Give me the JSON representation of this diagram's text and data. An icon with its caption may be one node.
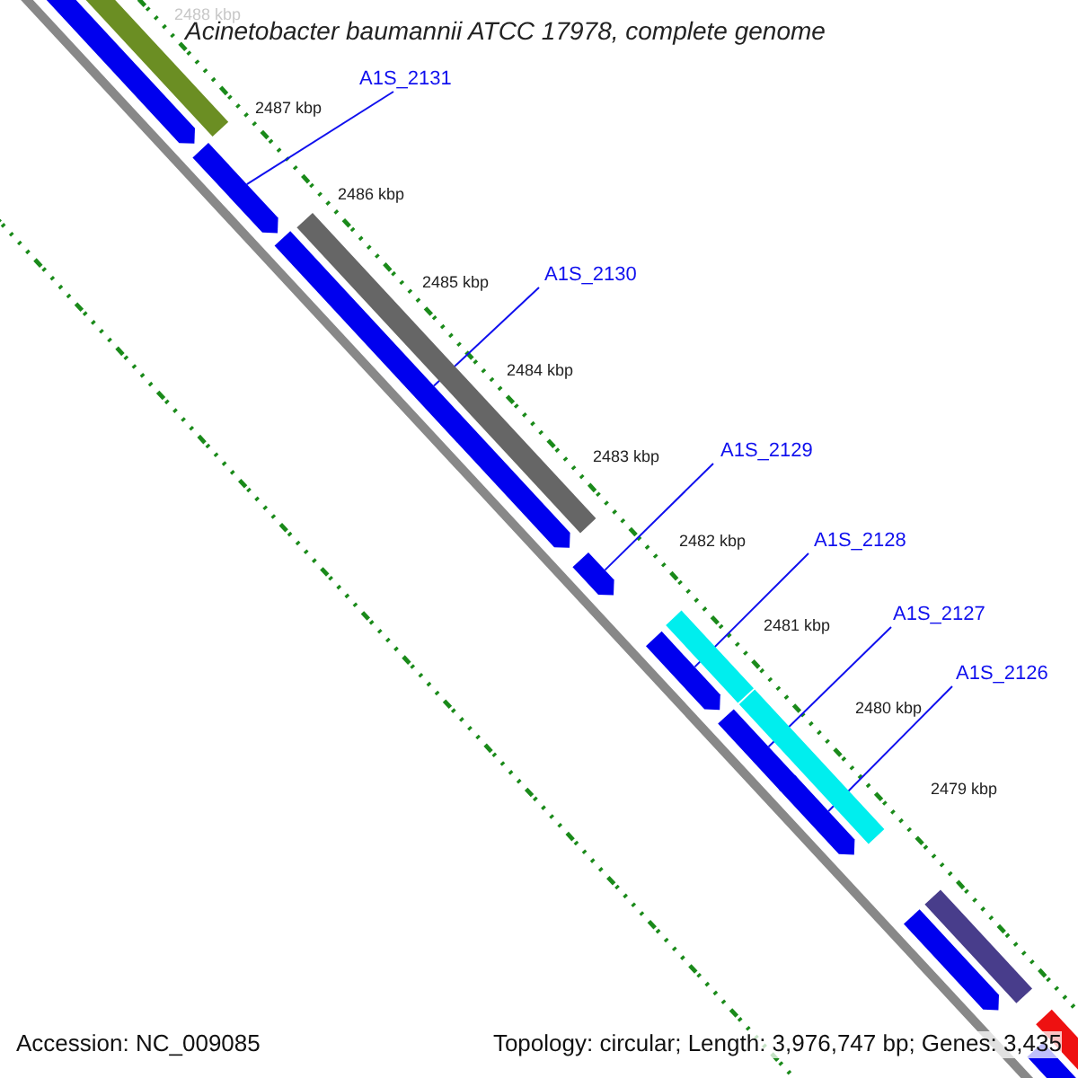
{
  "diagram": {
    "title": "Acinetobacter baumannii ATCC 17978, complete genome",
    "nodes": [
      {
        "text": [
          "A1S_2131"
        ]
      },
      {
        "text": [
          "A1S_2130"
        ]
      },
      {
        "text": [
          "A1S_2129"
        ]
      },
      {
        "text": [
          "A1S_2128"
        ]
      },
      {
        "text": [
          "A1S_2127"
        ]
      },
      {
        "text": [
          "A1S_2126"
        ]
      },
      {
        "text": [],
        "shape": "bar"
      },
      {
        "text": [],
        "shape": "bar"
      },
      {
        "text": [],
        "shape": "bar"
      },
      {
        "text": [],
        "shape": "bar"
      },
      {
        "text": [],
        "shape": "bar"
      },
      {
        "text": [],
        "shape": "bar"
      },
      {
        "text": [],
        "shape": "bar"
      },
      {
        "text": [],
        "shape": "bar"
      },
      {
        "text": [],
        "shape": "bar"
      }
    ],
    "edges": [
      {
        "from": 0,
        "to": 6,
        "arrow": "none"
      },
      {
        "from": 1,
        "to": 7,
        "arrow": "none"
      },
      {
        "from": 2,
        "to": 8,
        "arrow": "none"
      },
      {
        "from": 3,
        "to": 9,
        "arrow": "none"
      },
      {
        "from": 4,
        "to": 10,
        "arrow": "none"
      },
      {
        "from": 5,
        "to": 11,
        "arrow": "none"
      }
    ],
    "labels": [
      "2488 kbp",
      "2487 kbp",
      "2486 kbp",
      "2485 kbp",
      "2484 kbp",
      "2483 kbp",
      "2482 kbp",
      "2481 kbp",
      "2480 kbp",
      "2479 kbp",
      "Accession: NC_009085",
      "Topology: circular; Length: 3,976,747 bp; Genes: 3,435"
    ]
  }
}
